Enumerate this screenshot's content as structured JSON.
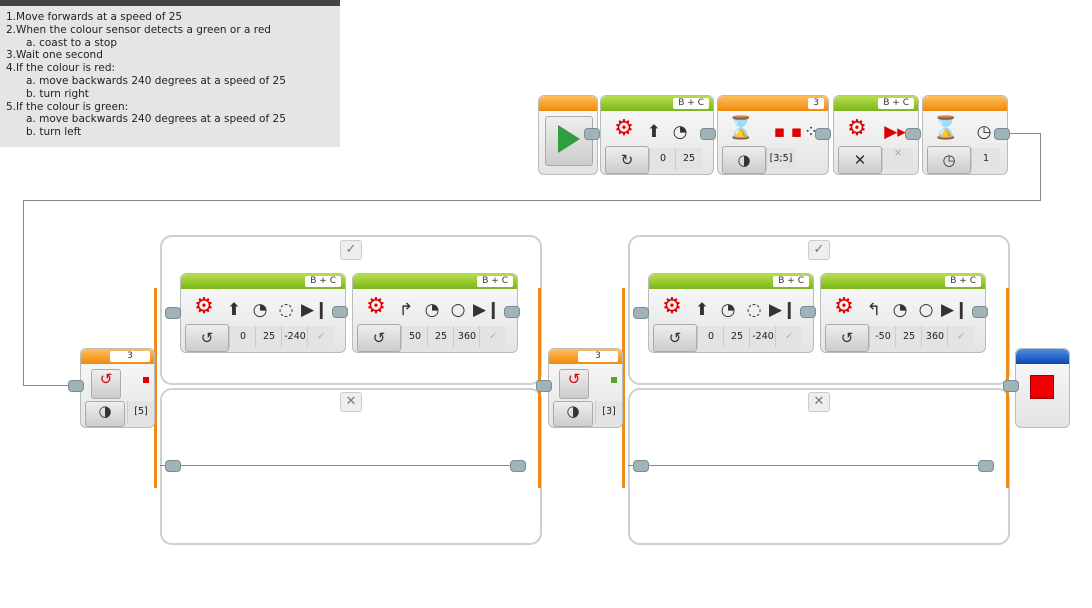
{
  "comment": {
    "lines": [
      {
        "text": "1.Move forwards at a speed of 25",
        "sub": false
      },
      {
        "text": "2.When the colour sensor detects a green or a red",
        "sub": false
      },
      {
        "text": "a.  coast to a stop",
        "sub": true
      },
      {
        "text": "3.Wait one second",
        "sub": false
      },
      {
        "text": "4.If the colour is red:",
        "sub": false
      },
      {
        "text": "a.  move backwards 240 degrees at a speed of 25",
        "sub": true
      },
      {
        "text": "b.  turn right",
        "sub": true
      },
      {
        "text": "5.If the colour is green:",
        "sub": false
      },
      {
        "text": "a.  move backwards 240 degrees at a speed of 25",
        "sub": true
      },
      {
        "text": "b.  turn left",
        "sub": true
      }
    ]
  },
  "main_sequence": {
    "start": {
      "icon": "play-icon"
    },
    "move_forward": {
      "port": "B + C",
      "mode_icon": "on-icon",
      "values": [
        "0",
        "25"
      ]
    },
    "wait_color": {
      "port": "3",
      "mode_icon": "color-sensor-compare-icon",
      "values": [
        "[3;5]"
      ]
    },
    "move_stop": {
      "port": "B + C",
      "mode_icon": "off-icon",
      "values": []
    },
    "wait_time": {
      "mode_icon": "timer-icon",
      "values": [
        "1"
      ]
    }
  },
  "switches": [
    {
      "port": "3",
      "colors": [
        "#e00000"
      ],
      "value": "[5]",
      "true_blocks": [
        {
          "port": "B + C",
          "icons": [
            "up-arrow",
            "speed",
            "degrees-partial",
            "brake"
          ],
          "values": [
            "0",
            "25",
            "-240",
            ""
          ]
        },
        {
          "port": "B + C",
          "icons": [
            "turn-right",
            "speed",
            "degrees-full",
            "brake"
          ],
          "values": [
            "50",
            "25",
            "360",
            ""
          ]
        }
      ]
    },
    {
      "port": "3",
      "colors": [
        "#55a630"
      ],
      "value": "[3]",
      "true_blocks": [
        {
          "port": "B + C",
          "icons": [
            "up-arrow",
            "speed",
            "degrees-partial",
            "brake"
          ],
          "values": [
            "0",
            "25",
            "-240",
            ""
          ]
        },
        {
          "port": "B + C",
          "icons": [
            "turn-left",
            "speed",
            "degrees-full",
            "brake"
          ],
          "values": [
            "-50",
            "25",
            "360",
            ""
          ]
        }
      ]
    }
  ],
  "case_labels": {
    "true": "✓",
    "false": "✕"
  },
  "stop": {
    "icon": "stop-icon"
  },
  "colors": {
    "move": "#7cb51e",
    "flow": "#f08a0c",
    "stop": "#0b46b4",
    "wire": "#888888"
  }
}
